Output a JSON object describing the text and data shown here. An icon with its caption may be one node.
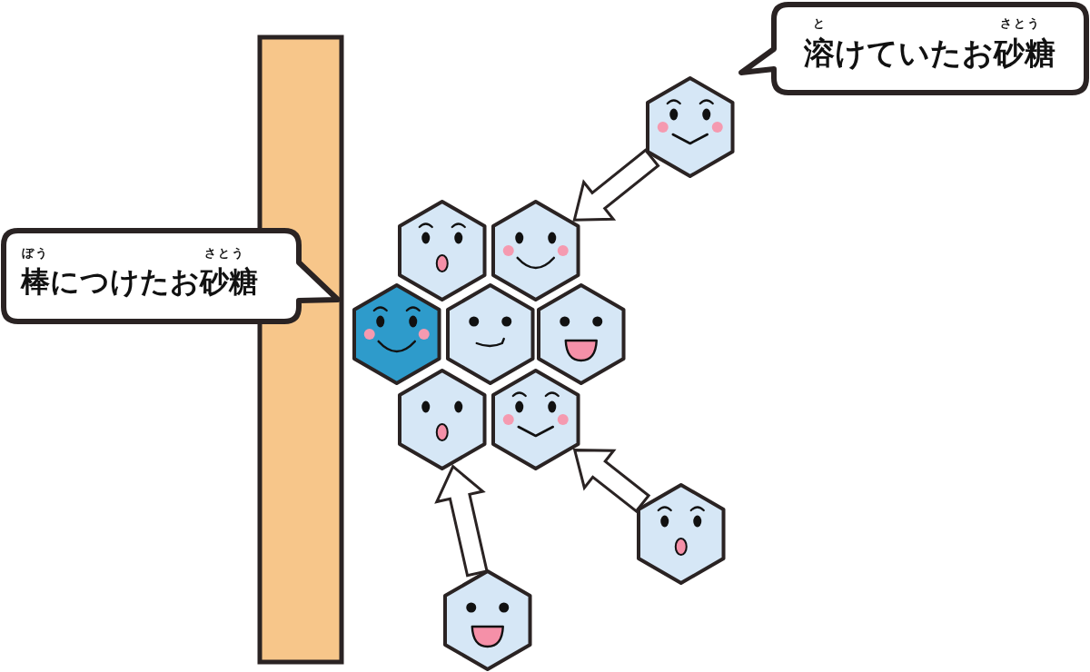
{
  "diagram": {
    "nodes": [
      {
        "text": [
          "と",
          "さとう",
          "溶けていたお砂糖"
        ]
      },
      {
        "text": [],
        "shape": "hexagon"
      },
      {
        "text": [],
        "shape": "hexagon"
      },
      {
        "text": [],
        "shape": "hexagon"
      },
      {
        "text": [
          "ぼう",
          "さとう",
          "棒につけたお砂糖"
        ]
      },
      {
        "text": [],
        "shape": "hexagon"
      },
      {
        "text": [],
        "shape": "hexagon"
      },
      {
        "text": [],
        "shape": "hexagon"
      },
      {
        "text": [],
        "shape": "hexagon"
      },
      {
        "text": [],
        "shape": "hexagon"
      },
      {
        "text": [],
        "shape": "hexagon"
      },
      {
        "text": [],
        "shape": "hexagon"
      }
    ],
    "edges": [
      {
        "from": 1,
        "to": 3,
        "arrow": "to"
      },
      {
        "from": 10,
        "to": 9,
        "arrow": "to"
      },
      {
        "from": 11,
        "to": 8,
        "arrow": "to"
      }
    ]
  }
}
